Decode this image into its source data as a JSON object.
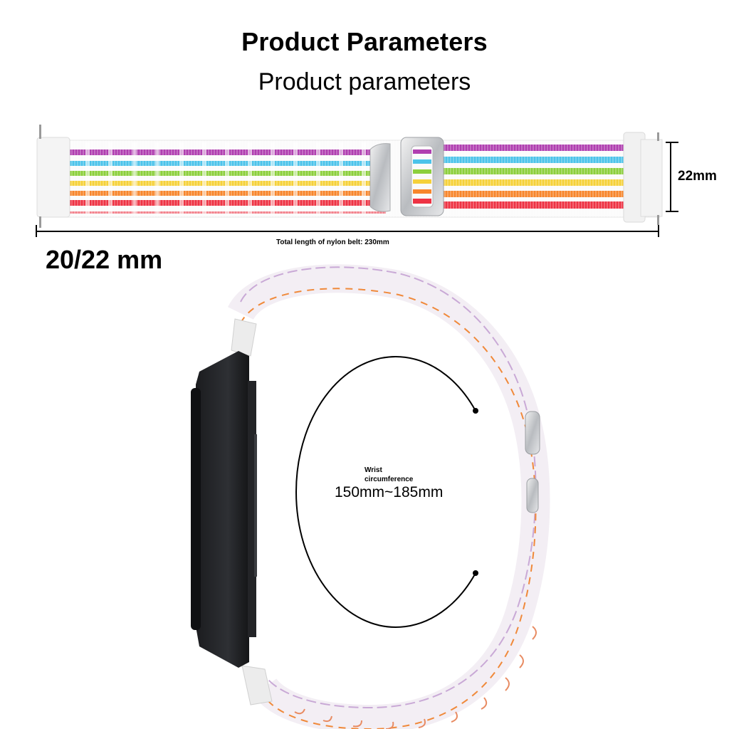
{
  "header": {
    "title": "Product Parameters",
    "subtitle": "Product parameters"
  },
  "strap_diagram": {
    "width_options": "20/22 mm",
    "strap_height": "22mm",
    "total_length": "Total length of nylon belt: 230mm",
    "stripe_colors": [
      "#b03fb0",
      "#4cc3ea",
      "#8ccf3c",
      "#f5d13a",
      "#f7862c",
      "#ee3344"
    ],
    "background_color": "#ffffff"
  },
  "wrist_diagram": {
    "label": "Wrist circumference",
    "label_line1": "Wrist",
    "label_line2": "circumference",
    "range": "150mm~185mm"
  }
}
